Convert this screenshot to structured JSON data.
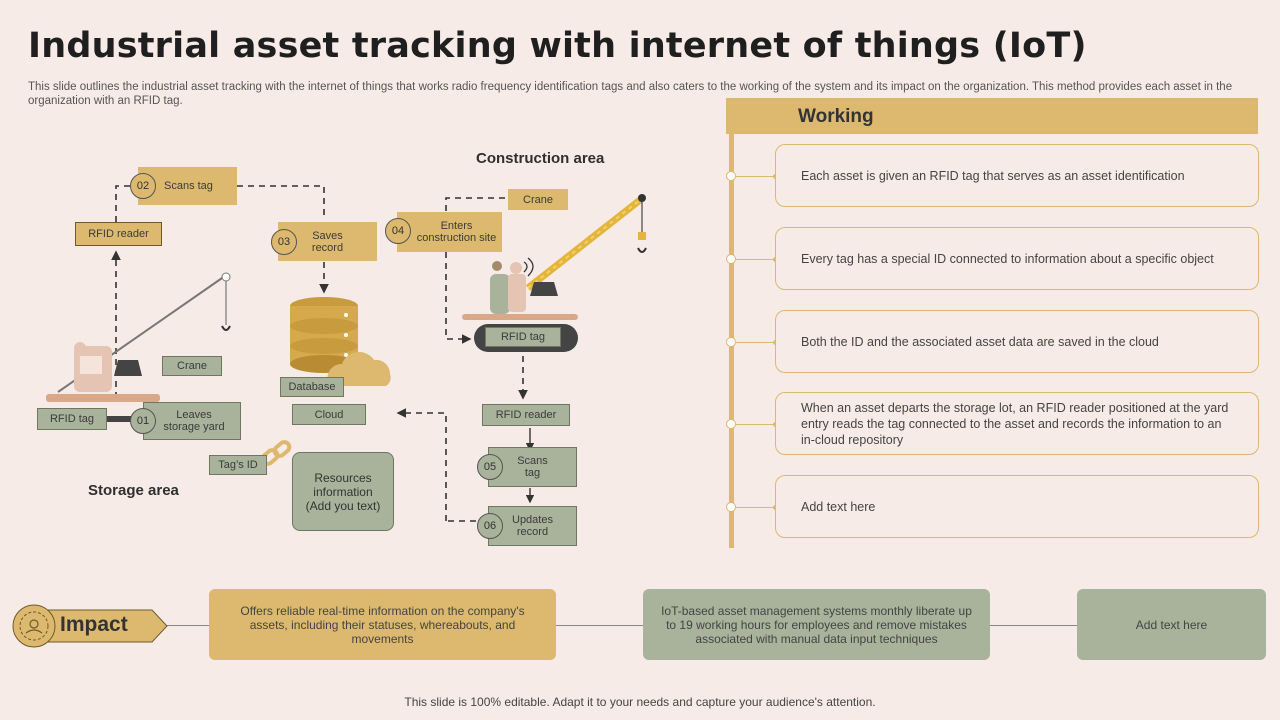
{
  "title": "Industrial asset tracking with internet of things (IoT)",
  "subtitle": "This slide outlines the industrial asset tracking with the internet of things that works radio frequency identification tags and also caters to the working of the system and its impact on the organization. This method provides each asset in the organization with an RFID tag.",
  "diagram": {
    "construction_area": "Construction area",
    "storage_area": "Storage area",
    "labels": {
      "scans_tag_top": "Scans tag",
      "rfid_reader_left": "RFID reader",
      "saves_record": "Saves\nrecord",
      "enters_site": "Enters\nconstruction site",
      "crane_top": "Crane",
      "crane_left": "Crane",
      "rfid_tag_right": "RFID tag",
      "rfid_tag_left": "RFID tag",
      "leaves_yard": "Leaves\nstorage yard",
      "database": "Database",
      "cloud": "Cloud",
      "tags_id": "Tag’s ID",
      "resources": "Resources\ninformation\n(Add you text)",
      "rfid_reader_right": "RFID reader",
      "scans_tag_bottom": "Scans\ntag",
      "updates_record": "Updates\nrecord"
    },
    "steps": {
      "s01": "01",
      "s02": "02",
      "s03": "03",
      "s04": "04",
      "s05": "05",
      "s06": "06"
    }
  },
  "working": {
    "header": "Working",
    "items": [
      "Each asset is given  an RFID tag that serves as an asset identification",
      "Every tag has a special ID connected to information about a specific object",
      "Both the ID and the associated asset data are saved in the cloud",
      "When an asset departs the storage lot, an RFID reader positioned at the yard entry reads the tag connected to the asset and records the information to an in-cloud repository",
      "Add text here"
    ]
  },
  "impact": {
    "label": "Impact",
    "items": [
      "Offers reliable real-time information on the company's assets, including their statuses, whereabouts, and movements",
      "IoT-based asset management systems monthly liberate up to 19 working hours for employees and remove mistakes associated with manual data input techniques",
      "Add text here"
    ]
  },
  "footer": "This slide is 100% editable. Adapt it to your needs and capture your audience's attention.",
  "colors": {
    "background": "#f6ebe7",
    "tan": "#dcb96f",
    "sage": "#a9b29b"
  }
}
